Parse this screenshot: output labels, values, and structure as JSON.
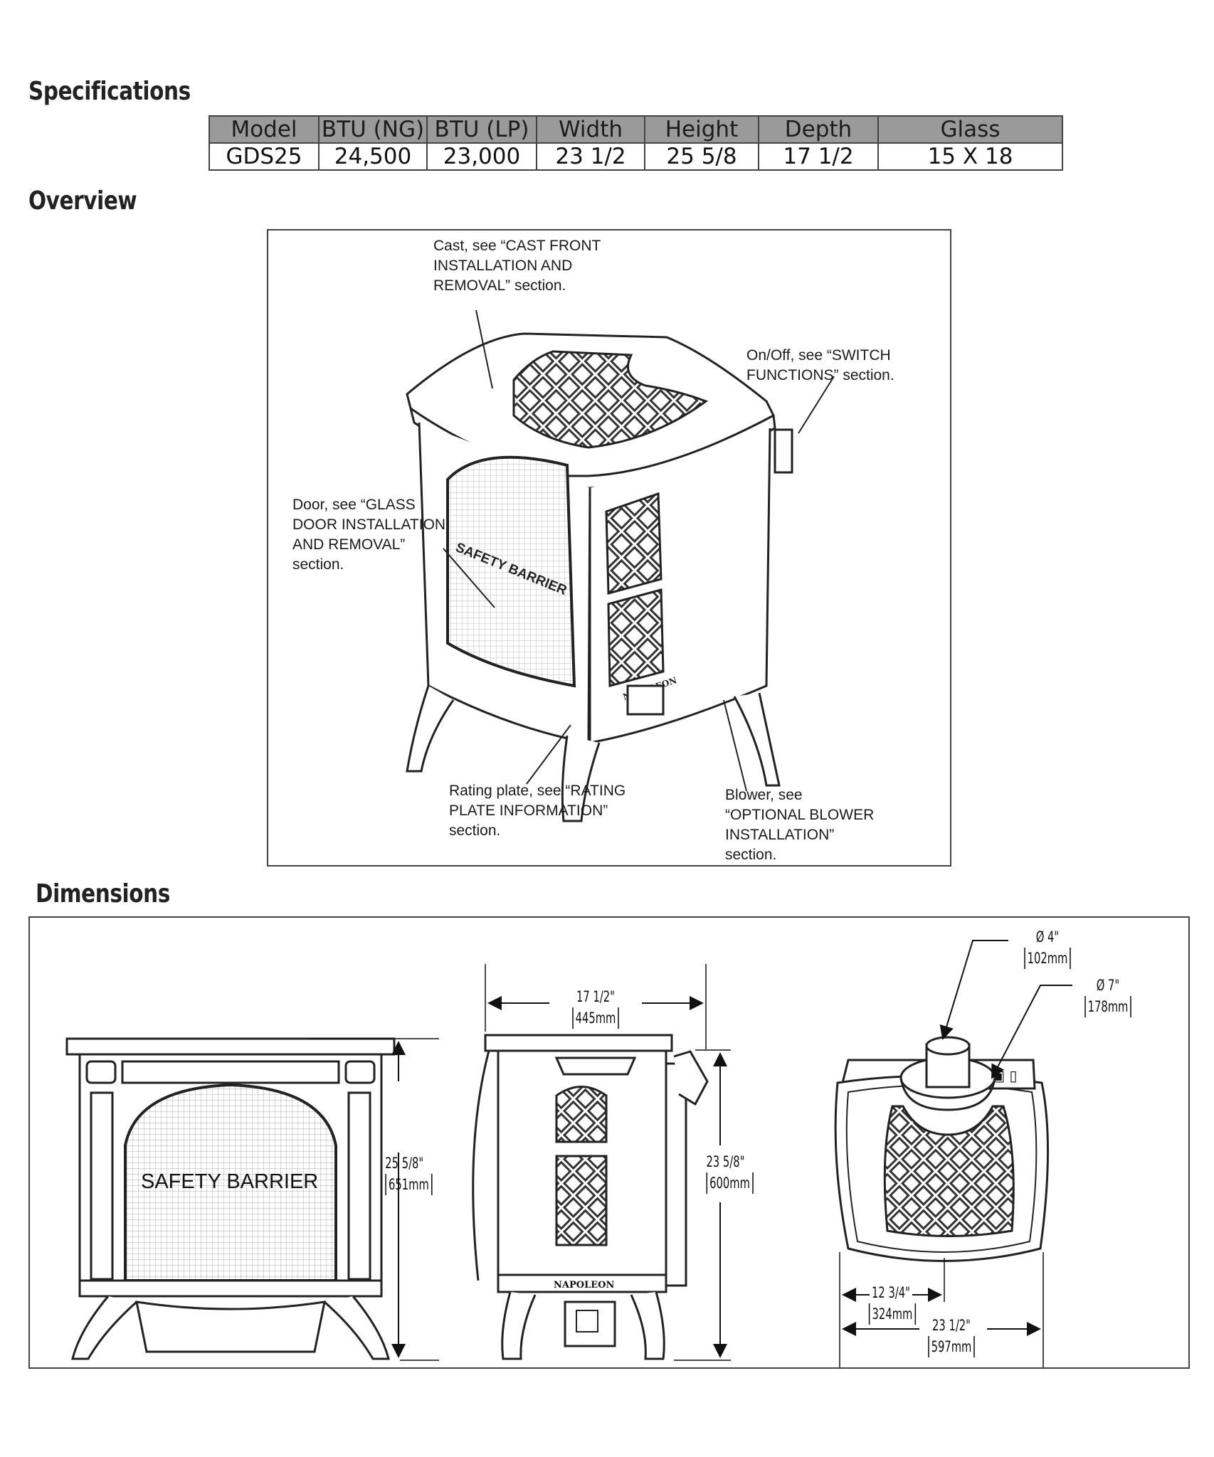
{
  "sections": {
    "specifications": "Specifications",
    "overview": "Overview",
    "dimensions": "Dimensions"
  },
  "specs_table": {
    "headers": [
      "Model",
      "BTU (NG)",
      "BTU (LP)",
      "Width",
      "Height",
      "Depth",
      "Glass"
    ],
    "row": [
      "GDS25",
      "24,500",
      "23,000",
      "23 1/2",
      "25 5/8",
      "17 1/2",
      "15 X 18"
    ]
  },
  "overview": {
    "cast": "Cast, see “CAST FRONT\nINSTALLATION AND\nREMOVAL” section.",
    "onoff": "On/Off, see “SWITCH\nFUNCTIONS” section.",
    "door": "Door, see “GLASS\nDOOR INSTALLATION\nAND REMOVAL”\nsection.",
    "rating": "Rating plate, see “RATING\nPLATE INFORMATION”\nsection.",
    "blower": "Blower, see\n“OPTIONAL BLOWER\nINSTALLATION”\nsection.",
    "barrier": "SAFETY BARRIER",
    "brand": "NAPOLEON"
  },
  "dimensions": {
    "front_barrier": "SAFETY BARRIER",
    "front_height": "25 5/8\"",
    "front_height_mm": "651mm",
    "side_depth": "17 1/2\"",
    "side_depth_mm": "445mm",
    "side_height": "23 5/8\"",
    "side_height_mm": "600mm",
    "side_brand": "NAPOLEON",
    "top_flue_inner": "Ø 4\"",
    "top_flue_inner_mm": "102mm",
    "top_flue_outer": "Ø 7\"",
    "top_flue_outer_mm": "178mm",
    "top_half_width": "12 3/4\"",
    "top_half_width_mm": "324mm",
    "top_width": "23 1/2\"",
    "top_width_mm": "597mm"
  }
}
